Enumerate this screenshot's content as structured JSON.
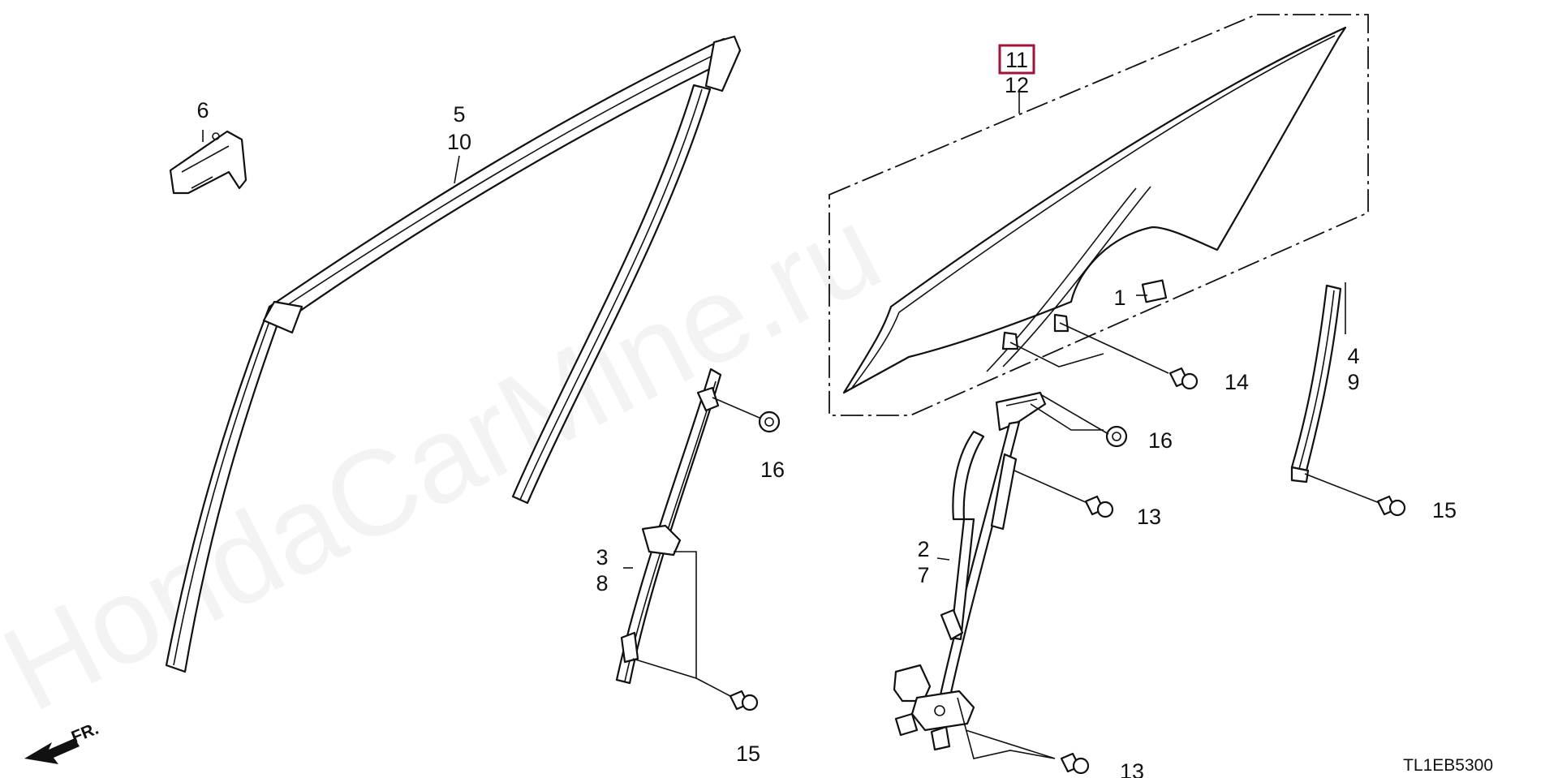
{
  "watermark": "HondaCarMine.ru",
  "diagram_code": "TL1EB5300",
  "direction_label": "FR.",
  "callouts": {
    "c1": "1",
    "c2": "2",
    "c3": "3",
    "c4": "4",
    "c5": "5",
    "c6": "6",
    "c7": "7",
    "c8": "8",
    "c9": "9",
    "c10": "10",
    "c11": "11",
    "c12": "12",
    "c13a": "13",
    "c13b": "13",
    "c14": "14",
    "c15a": "15",
    "c15b": "15",
    "c16a": "16",
    "c16b": "16"
  },
  "highlight_color": "#a0163a"
}
